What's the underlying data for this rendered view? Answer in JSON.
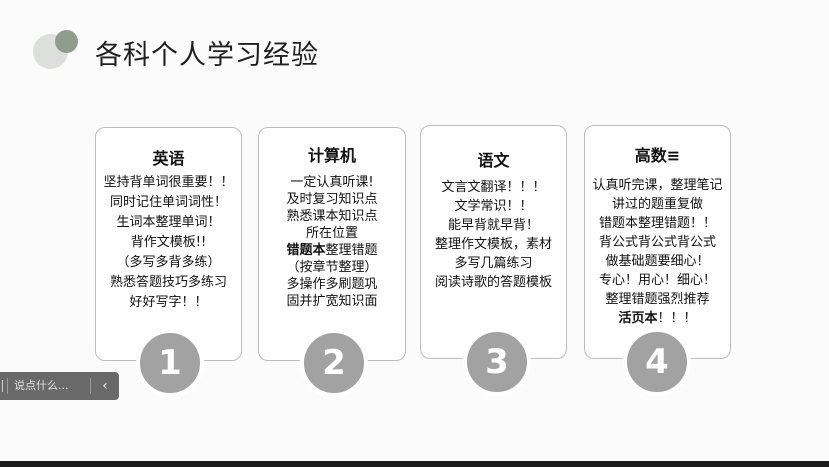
{
  "slide": {
    "title": "各科个人学习经验"
  },
  "cards": [
    {
      "title": "英语",
      "number": "1",
      "lines": [
        [
          "坚持背单词很重要！！"
        ],
        [
          "同时记住单词词性！"
        ],
        [
          "生词本整理单词！"
        ],
        [
          "背作文模板!!"
        ],
        [
          "（多写多背多练）"
        ],
        [
          "熟悉答题技巧多练习"
        ],
        [
          "好好写字！！"
        ]
      ]
    },
    {
      "title": "计算机",
      "number": "2",
      "lines": [
        [
          "一定认真听课!"
        ],
        [
          "及时复习知识点"
        ],
        [
          "熟悉课本知识点"
        ],
        [
          "所在位置"
        ],
        [
          "错题本",
          "整理错题"
        ],
        [
          "（按章节整理）"
        ],
        [
          "多操作多刷题巩"
        ],
        [
          "固并扩宽知识面"
        ]
      ]
    },
    {
      "title": "语文",
      "number": "3",
      "lines": [
        [
          "文言文翻译！！！"
        ],
        [
          "文学常识！！"
        ],
        [
          "能早背就早背！"
        ],
        [
          "整理作文模板，素材"
        ],
        [
          "多写几篇练习"
        ],
        [
          "阅读诗歌的答题模板"
        ]
      ]
    },
    {
      "title": "高数≡",
      "number": "4",
      "lines": [
        [
          "认真听完课，整理笔记"
        ],
        [
          "讲过的题重复做"
        ],
        [
          "错题本整理错题！！"
        ],
        [
          "背公式背公式背公式"
        ],
        [
          "做基础题要细心！"
        ],
        [
          "专心！用心！细心！"
        ],
        [
          "整理错题强烈推荐"
        ],
        [
          "活页本",
          "！！！"
        ]
      ]
    }
  ],
  "chat_widget": {
    "placeholder": "说点什么...",
    "collapse_icon": "‹"
  }
}
